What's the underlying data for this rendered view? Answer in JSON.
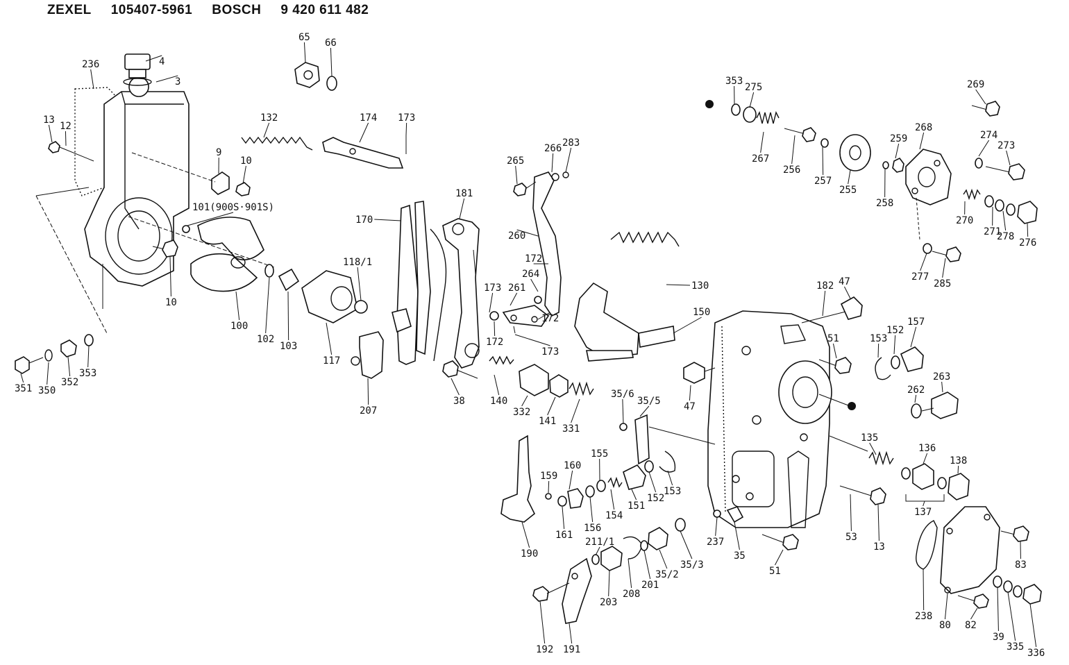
{
  "header": {
    "maker1": "ZEXEL",
    "number1": "105407-5961",
    "maker2": "BOSCH",
    "number2": "9 420 611 482"
  },
  "parts": [
    {
      "id": "p4",
      "label": "4"
    },
    {
      "id": "p3",
      "label": "3"
    },
    {
      "id": "p236",
      "label": "236"
    },
    {
      "id": "p13a",
      "label": "13"
    },
    {
      "id": "p12",
      "label": "12"
    },
    {
      "id": "p65",
      "label": "65"
    },
    {
      "id": "p66",
      "label": "66"
    },
    {
      "id": "p132",
      "label": "132"
    },
    {
      "id": "p174",
      "label": "174"
    },
    {
      "id": "p173a",
      "label": "173"
    },
    {
      "id": "p9",
      "label": "9"
    },
    {
      "id": "p10a",
      "label": "10"
    },
    {
      "id": "p101",
      "label": "101(900S·901S)"
    },
    {
      "id": "p10b",
      "label": "10"
    },
    {
      "id": "p100",
      "label": "100"
    },
    {
      "id": "p102",
      "label": "102"
    },
    {
      "id": "p103",
      "label": "103"
    },
    {
      "id": "p117",
      "label": "117"
    },
    {
      "id": "p118",
      "label": "118/1"
    },
    {
      "id": "p170",
      "label": "170"
    },
    {
      "id": "p181",
      "label": "181"
    },
    {
      "id": "p207",
      "label": "207"
    },
    {
      "id": "p351",
      "label": "351"
    },
    {
      "id": "p350",
      "label": "350"
    },
    {
      "id": "p352",
      "label": "352"
    },
    {
      "id": "p353a",
      "label": "353"
    },
    {
      "id": "p265",
      "label": "265"
    },
    {
      "id": "p266",
      "label": "266"
    },
    {
      "id": "p283",
      "label": "283"
    },
    {
      "id": "p260",
      "label": "260"
    },
    {
      "id": "p172a",
      "label": "172"
    },
    {
      "id": "p264",
      "label": "264"
    },
    {
      "id": "p261",
      "label": "261"
    },
    {
      "id": "p173b",
      "label": "173"
    },
    {
      "id": "p172b",
      "label": "172"
    },
    {
      "id": "p172c",
      "label": "172"
    },
    {
      "id": "p173c",
      "label": "173"
    },
    {
      "id": "p130",
      "label": "130"
    },
    {
      "id": "p150",
      "label": "150"
    },
    {
      "id": "p38",
      "label": "38"
    },
    {
      "id": "p140",
      "label": "140"
    },
    {
      "id": "p332",
      "label": "332"
    },
    {
      "id": "p141",
      "label": "141"
    },
    {
      "id": "p331",
      "label": "331"
    },
    {
      "id": "p353b",
      "label": "353"
    },
    {
      "id": "p275",
      "label": "275"
    },
    {
      "id": "p267",
      "label": "267"
    },
    {
      "id": "p256",
      "label": "256"
    },
    {
      "id": "p257",
      "label": "257"
    },
    {
      "id": "p255",
      "label": "255"
    },
    {
      "id": "p258",
      "label": "258"
    },
    {
      "id": "p259",
      "label": "259"
    },
    {
      "id": "p268",
      "label": "268"
    },
    {
      "id": "p269",
      "label": "269"
    },
    {
      "id": "p274",
      "label": "274"
    },
    {
      "id": "p273",
      "label": "273"
    },
    {
      "id": "p270",
      "label": "270"
    },
    {
      "id": "p271",
      "label": "271"
    },
    {
      "id": "p278",
      "label": "278"
    },
    {
      "id": "p276",
      "label": "276"
    },
    {
      "id": "p277",
      "label": "277"
    },
    {
      "id": "p285",
      "label": "285"
    },
    {
      "id": "p182",
      "label": "182"
    },
    {
      "id": "p47a",
      "label": "47"
    },
    {
      "id": "p51a",
      "label": "51"
    },
    {
      "id": "p153a",
      "label": "153"
    },
    {
      "id": "p152a",
      "label": "152"
    },
    {
      "id": "p157",
      "label": "157"
    },
    {
      "id": "p262",
      "label": "262"
    },
    {
      "id": "p263",
      "label": "263"
    },
    {
      "id": "p47b",
      "label": "47"
    },
    {
      "id": "p356",
      "label": "35/6"
    },
    {
      "id": "p355",
      "label": "35/5"
    },
    {
      "id": "p155",
      "label": "155"
    },
    {
      "id": "p160",
      "label": "160"
    },
    {
      "id": "p159",
      "label": "159"
    },
    {
      "id": "p156",
      "label": "156"
    },
    {
      "id": "p154",
      "label": "154"
    },
    {
      "id": "p151",
      "label": "151"
    },
    {
      "id": "p152b",
      "label": "152"
    },
    {
      "id": "p153b",
      "label": "153"
    },
    {
      "id": "p161",
      "label": "161"
    },
    {
      "id": "p190",
      "label": "190"
    },
    {
      "id": "p135",
      "label": "135"
    },
    {
      "id": "p136",
      "label": "136"
    },
    {
      "id": "p138",
      "label": "138"
    },
    {
      "id": "p137",
      "label": "137"
    },
    {
      "id": "p53",
      "label": "53"
    },
    {
      "id": "p13b",
      "label": "13"
    },
    {
      "id": "p237",
      "label": "237"
    },
    {
      "id": "p35",
      "label": "35"
    },
    {
      "id": "p51b",
      "label": "51"
    },
    {
      "id": "p2111",
      "label": "211/1"
    },
    {
      "id": "p203",
      "label": "203"
    },
    {
      "id": "p208",
      "label": "208"
    },
    {
      "id": "p201",
      "label": "201"
    },
    {
      "id": "p352b",
      "label": "35/2"
    },
    {
      "id": "p353c",
      "label": "35/3"
    },
    {
      "id": "p192",
      "label": "192"
    },
    {
      "id": "p191",
      "label": "191"
    },
    {
      "id": "p83",
      "label": "83"
    },
    {
      "id": "p238",
      "label": "238"
    },
    {
      "id": "p80",
      "label": "80"
    },
    {
      "id": "p82",
      "label": "82"
    },
    {
      "id": "p39",
      "label": "39"
    },
    {
      "id": "p335",
      "label": "335"
    },
    {
      "id": "p336",
      "label": "336"
    }
  ]
}
